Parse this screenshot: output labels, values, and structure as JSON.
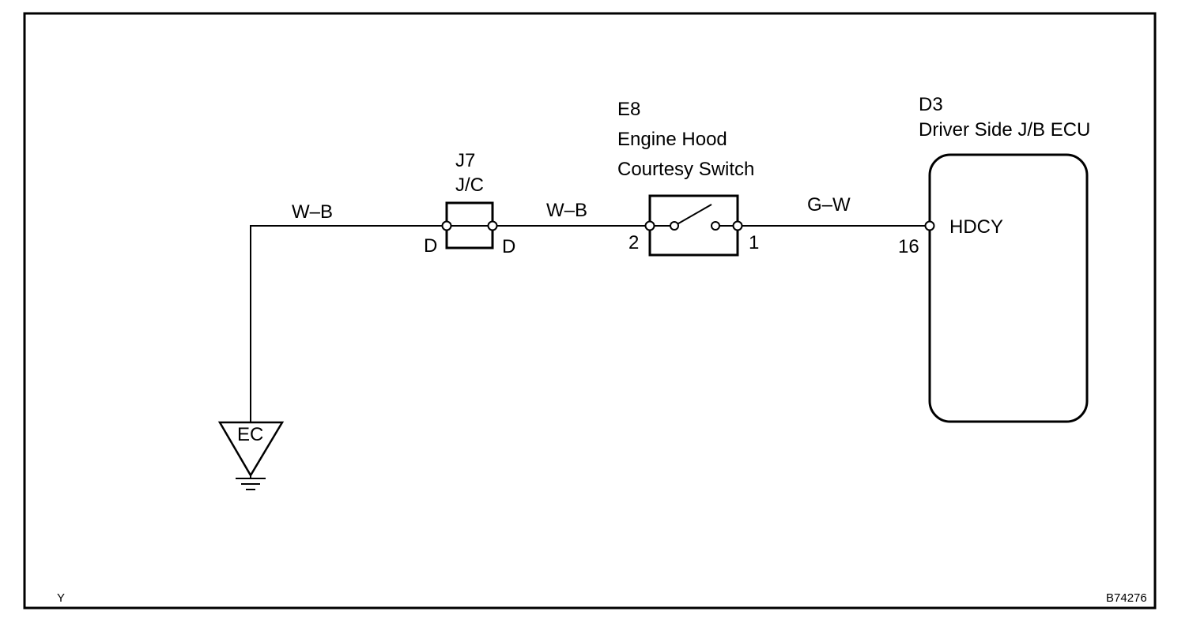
{
  "jc": {
    "id": "J7",
    "name": "J/C",
    "pin_left": "D",
    "pin_right": "D"
  },
  "switch": {
    "id": "E8",
    "name_line1": "Engine Hood",
    "name_line2": "Courtesy Switch",
    "pin_left": "2",
    "pin_right": "1"
  },
  "ecu": {
    "id": "D3",
    "name": "Driver Side J/B ECU",
    "pin": "16",
    "terminal": "HDCY"
  },
  "wires": {
    "ground_to_jc": "W–B",
    "jc_to_switch": "W–B",
    "switch_to_ecu": "G–W"
  },
  "ground": {
    "label": "EC"
  },
  "corner_left": "Y",
  "figure_code": "B74276"
}
